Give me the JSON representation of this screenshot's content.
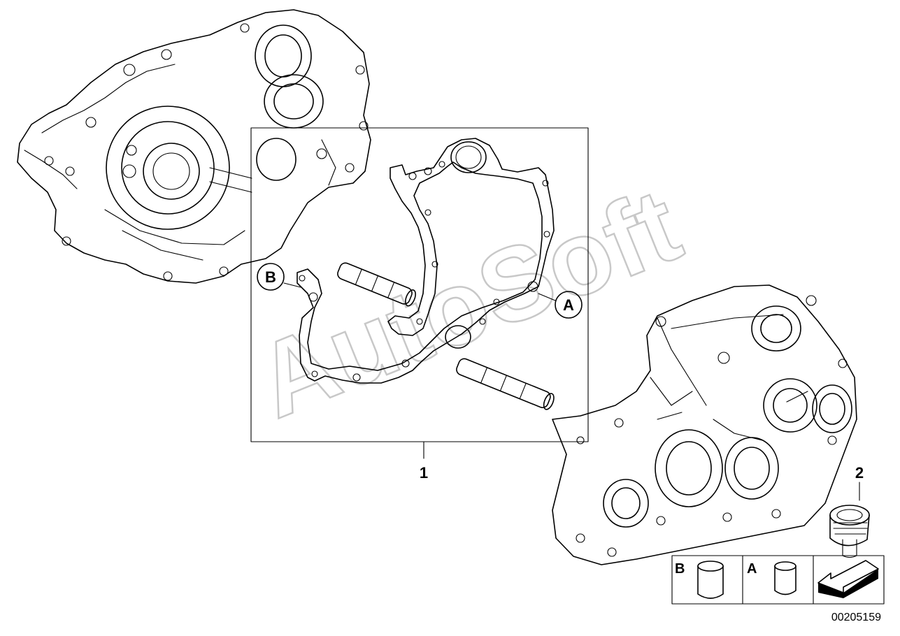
{
  "watermark": "AutoSoft",
  "callouts": {
    "item_1": "1",
    "item_2": "2",
    "marker_a": "A",
    "marker_b": "B"
  },
  "legend": {
    "b_label": "B",
    "a_label": "A",
    "arrow_icon": "direction-arrow-icon"
  },
  "part_number": "00205159"
}
